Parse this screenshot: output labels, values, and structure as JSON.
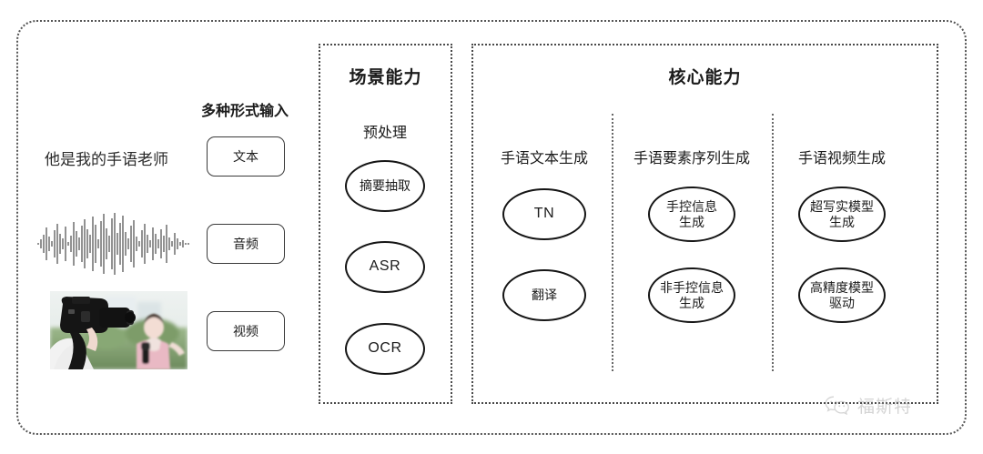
{
  "diagram": {
    "outer_frame": "rounded-dotted-frame",
    "input_section": {
      "heading": "多种形式输入",
      "sample_text": "他是我的手语老师",
      "modalities": [
        {
          "label": "文本",
          "media": "text-sample"
        },
        {
          "label": "音频",
          "media": "audio-waveform"
        },
        {
          "label": "视频",
          "media": "video-thumbnail"
        }
      ]
    },
    "scene_section": {
      "title": "场景能力",
      "group_label": "预处理",
      "nodes": [
        {
          "label": "摘要抽取",
          "script": "cjk"
        },
        {
          "label": "ASR",
          "script": "latin"
        },
        {
          "label": "OCR",
          "script": "latin"
        }
      ]
    },
    "core_section": {
      "title": "核心能力",
      "columns": [
        {
          "label": "手语文本生成",
          "nodes": [
            {
              "label": "TN",
              "script": "latin"
            },
            {
              "label": "翻译",
              "script": "cjk"
            }
          ]
        },
        {
          "label": "手语要素序列生成",
          "nodes": [
            {
              "label": "手控信息\n生成",
              "script": "cjk"
            },
            {
              "label": "非手控信息\n生成",
              "script": "cjk"
            }
          ]
        },
        {
          "label": "手语视频生成",
          "nodes": [
            {
              "label": "超写实模型\n生成",
              "script": "cjk"
            },
            {
              "label": "高精度模型\n驱动",
              "script": "cjk"
            }
          ]
        }
      ]
    },
    "watermark": {
      "icon": "wechat-icon",
      "text": "福斯特"
    },
    "colors": {
      "frame": "#555555",
      "node_stroke": "#151515",
      "text": "#1b1b1b",
      "background": "#ffffff",
      "watermark": "#9a9a9a"
    }
  }
}
